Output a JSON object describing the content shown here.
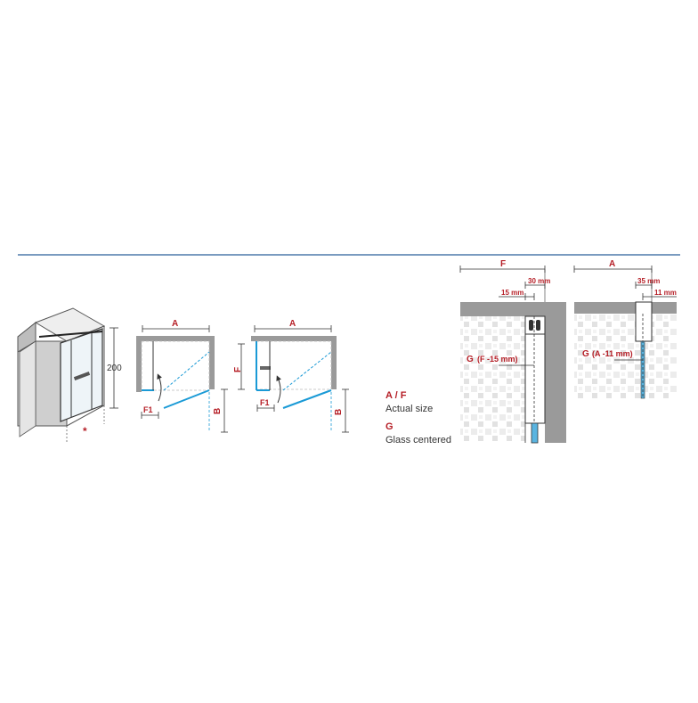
{
  "colors": {
    "divider": "#2b5f9a",
    "accent_red": "#b51e26",
    "glass_blue": "#1a9ad6",
    "wall_grey": "#9a9a9a"
  },
  "perspective": {
    "height_label": "200",
    "marker": "*"
  },
  "plan_1": {
    "width_label": "A",
    "side_label": "B",
    "offset_label": "F1"
  },
  "plan_2": {
    "width_label": "A",
    "depth_label": "F",
    "side_label": "B",
    "offset_label": "F1"
  },
  "legend": {
    "key_1": "A / F",
    "text_1": "Actual size",
    "key_2": "G",
    "text_2": "Glass centered"
  },
  "detail_1": {
    "width_label": "F",
    "dim_30": "30 mm",
    "dim_15": "15 mm",
    "glass_label": "G",
    "glass_formula": "(F -15 mm)"
  },
  "detail_2": {
    "width_label": "A",
    "dim_35": "35 mm",
    "dim_11": "11 mm",
    "glass_label": "G",
    "glass_formula": "(A -11 mm)"
  }
}
